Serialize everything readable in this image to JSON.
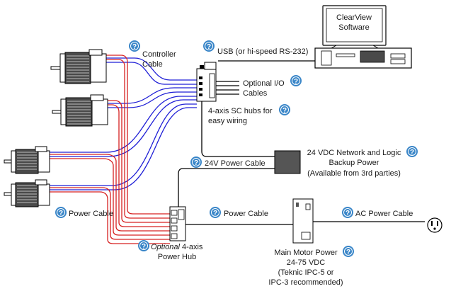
{
  "software": {
    "line1": "ClearView",
    "line2": "Software"
  },
  "labels": {
    "controller_cable_1": "Controller",
    "controller_cable_2": "Cable",
    "usb": "USB (or hi-speed RS-232)",
    "optional_io": "Optional I/O",
    "cables": "Cables",
    "sc_hubs_1": "4-axis SC hubs for",
    "sc_hubs_2": "easy wiring",
    "backup_1": "24 VDC Network and Logic",
    "backup_2": "Backup Power",
    "backup_3": "(Available from 3rd parties)",
    "power_24v": "24V Power  Cable",
    "power_cable_left": "Power Cable",
    "power_cable_mid": "Power Cable",
    "ac_power": "AC Power Cable",
    "power_hub_1_em": "Optional",
    "power_hub_1_rest": " 4-axis",
    "power_hub_2": "Power Hub",
    "mmp_1": "Main Motor Power",
    "mmp_2": "24-75 VDC",
    "mmp_3": "(Teknic IPC-5 or",
    "mmp_4": "IPC-3 recommended)"
  },
  "help_glyph": "?",
  "colors": {
    "help": "#3a86c8",
    "blue_wire": "#1f1fd6",
    "red_wire": "#d62020",
    "black_wire": "#000000"
  }
}
